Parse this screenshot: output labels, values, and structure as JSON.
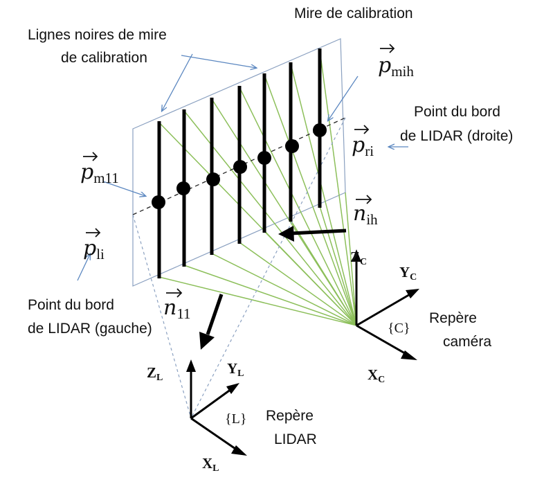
{
  "labels": {
    "mire_title": "Mire de calibration",
    "lignes_line1": "Lignes noires de mire",
    "lignes_line2": "de calibration",
    "point_droite_line1": "Point du bord",
    "point_droite_line2": "de LIDAR (droite)",
    "point_gauche_line1": "Point du bord",
    "point_gauche_line2": "de LIDAR (gauche)",
    "repere_camera_line1": "Repère",
    "repere_camera_line2": "caméra",
    "repere_lidar_line1": "Repère",
    "repere_lidar_line2": "LIDAR"
  },
  "vectors": {
    "p_mih": {
      "base": "p",
      "sub": "mih"
    },
    "p_ri": {
      "base": "p",
      "sub": "ri"
    },
    "p_m11": {
      "base": "p",
      "sub": "m11"
    },
    "p_li": {
      "base": "p",
      "sub": "li"
    },
    "n_ih": {
      "base": "n",
      "sub": "ih"
    },
    "n_11": {
      "base": "n",
      "sub": "11"
    }
  },
  "camera_frame": {
    "z_base": "Z",
    "z_sub": "C",
    "y_base": "Y",
    "y_sub": "C",
    "x_base": "X",
    "x_sub": "C",
    "name": "{C}"
  },
  "lidar_frame": {
    "z_base": "Z",
    "z_sub": "L",
    "y_base": "Y",
    "y_sub": "L",
    "x_base": "X",
    "x_sub": "L",
    "name": "{L}"
  },
  "colors": {
    "green_lines": "#8cbf5a",
    "pointer_lines": "#5b87c0",
    "target_outline": "#8aa0c0",
    "ink": "#000000"
  }
}
